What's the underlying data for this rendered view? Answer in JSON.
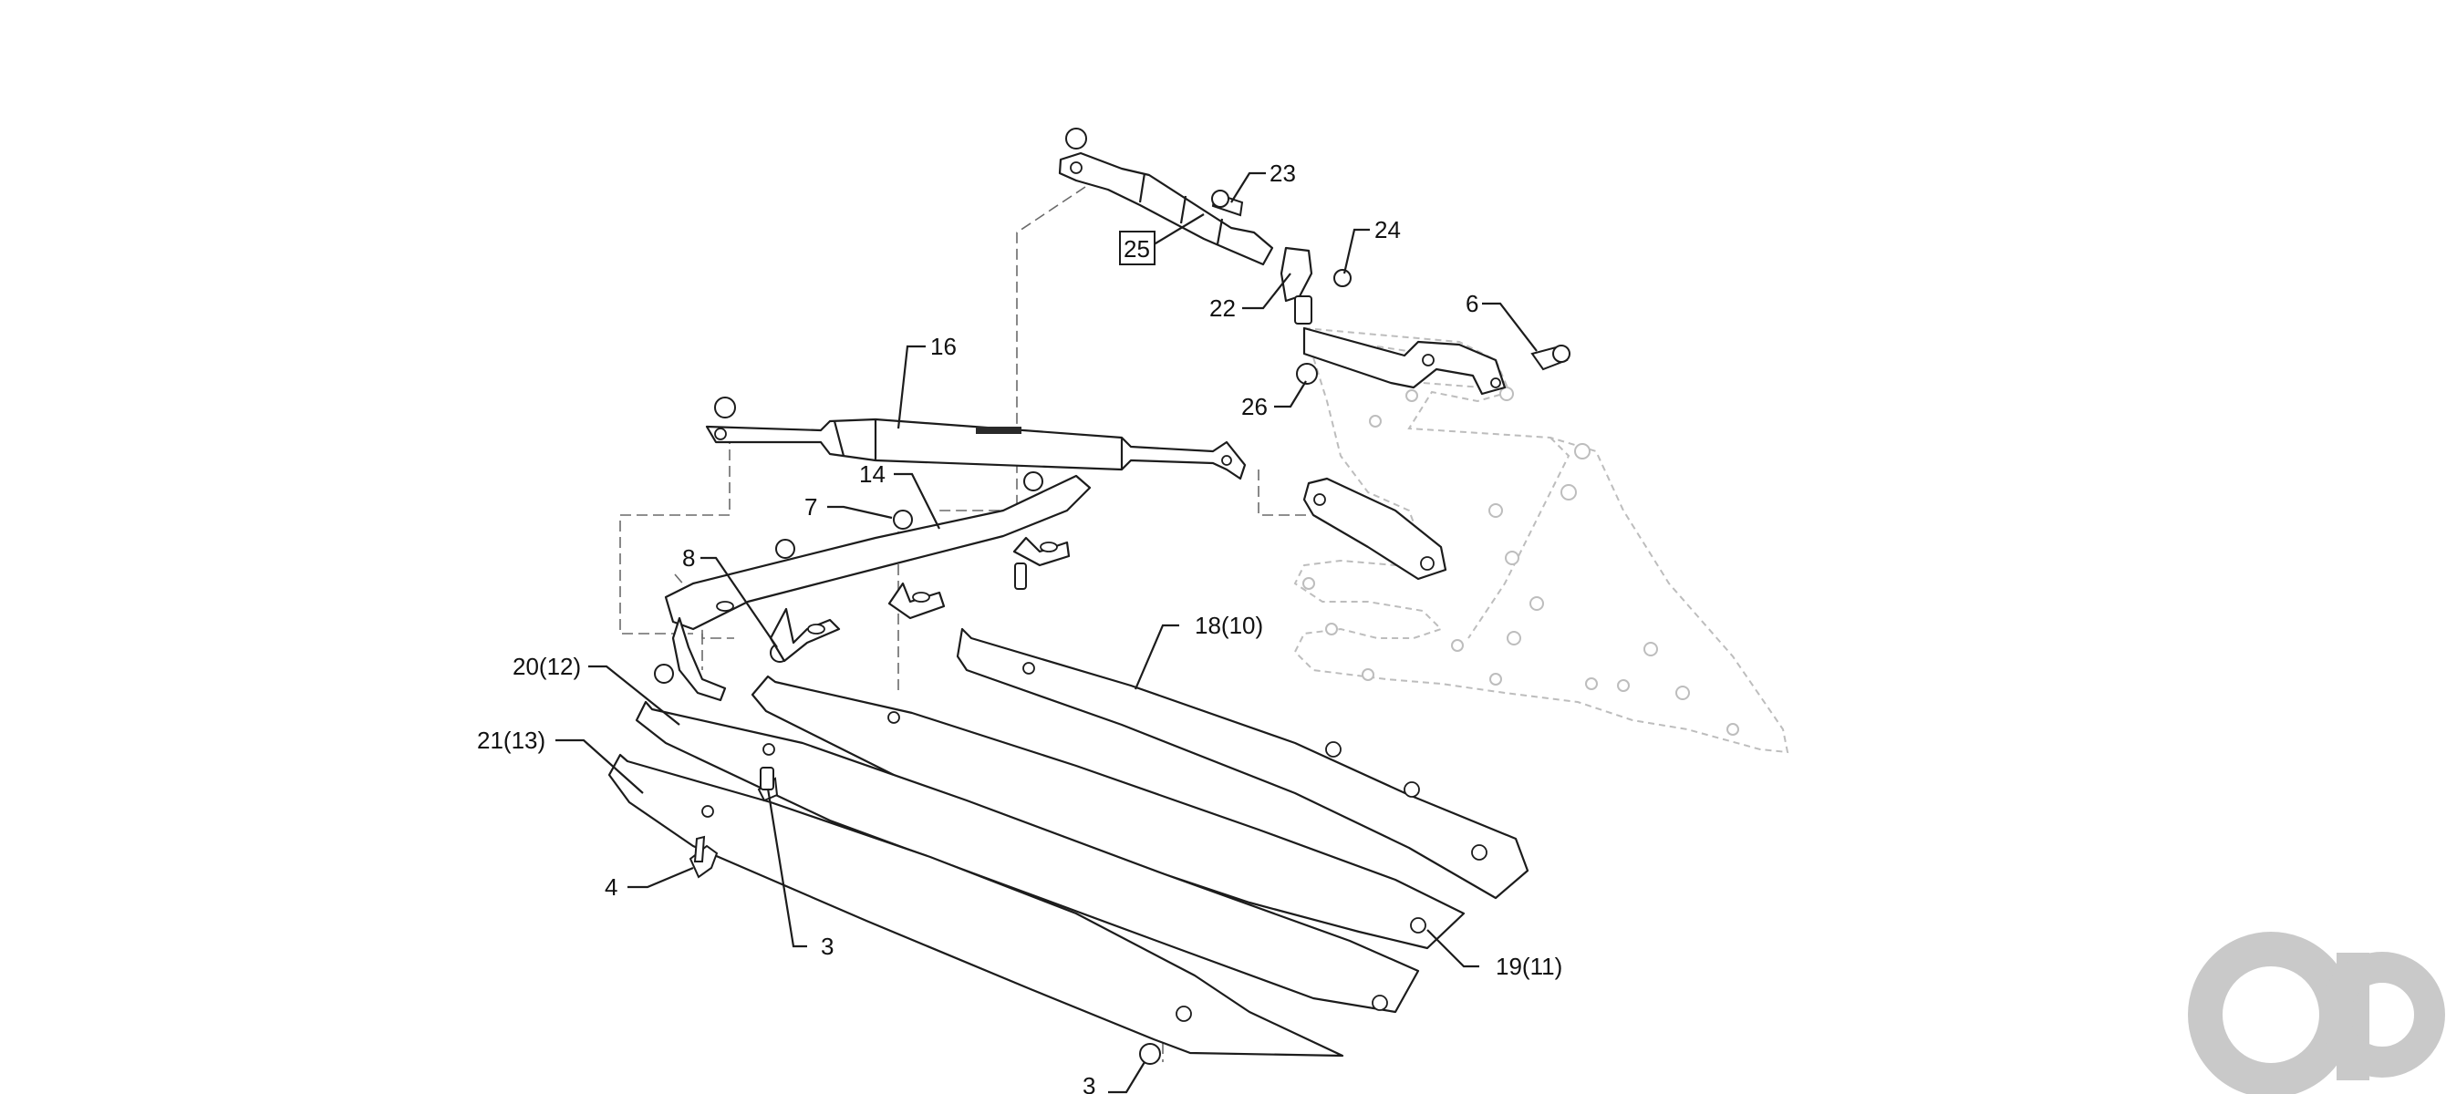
{
  "callouts": {
    "c23": "23",
    "c25": "25",
    "c24": "24",
    "c22": "22",
    "c6": "6",
    "c26": "26",
    "c16": "16",
    "c14": "14",
    "c7": "7",
    "c8": "8",
    "c18": "18(10)",
    "c20": "20(12)",
    "c21": "21(13)",
    "c4": "4",
    "c3a": "3",
    "c19": "19(11)",
    "c3b": "3"
  },
  "colors": {
    "line": "#1c1c1c",
    "ghost": "#bdbdbd",
    "watermark": "#c9c9c9"
  },
  "watermark_icon": "ao-logo-icon"
}
